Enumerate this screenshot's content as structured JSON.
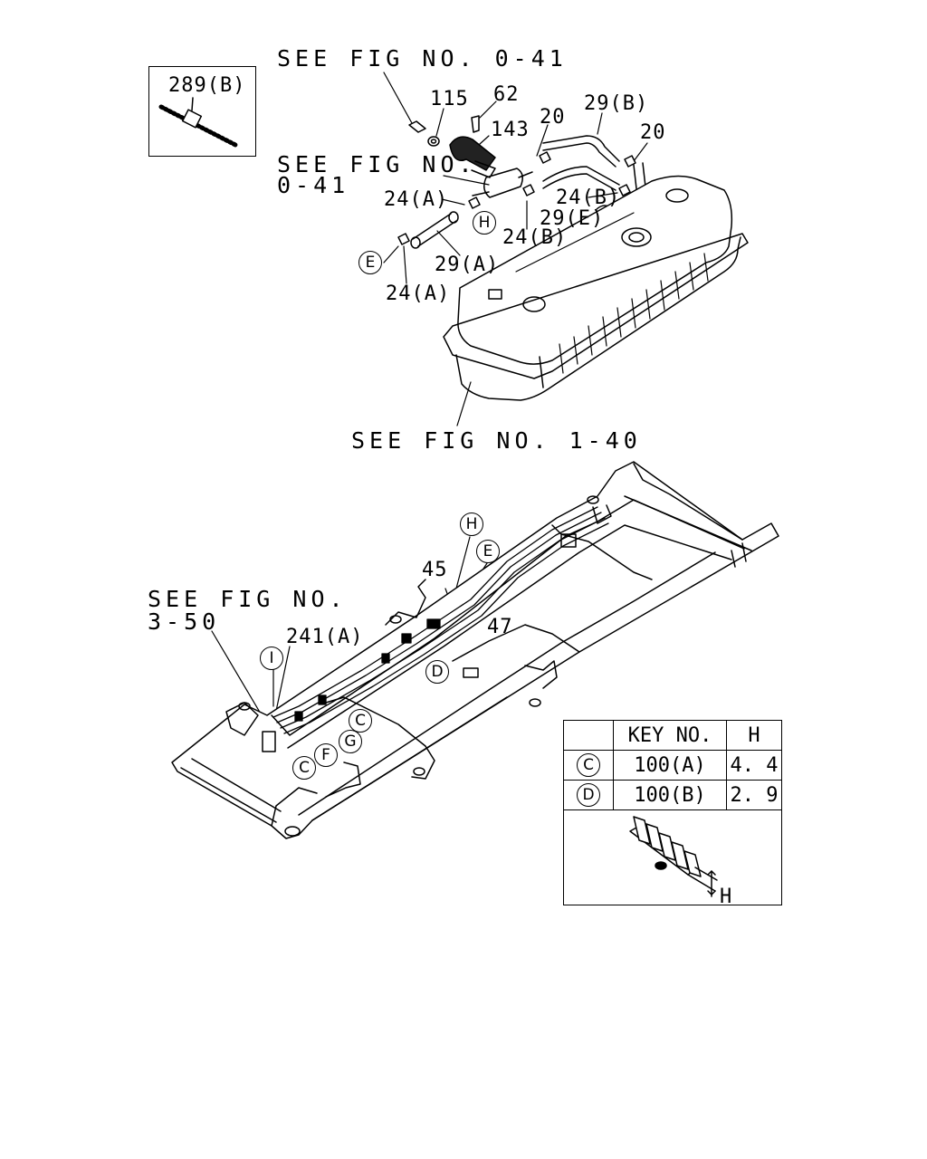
{
  "inset_part": "289(B)",
  "refs": {
    "fig_0_41_top": "SEE FIG NO. 0-41",
    "fig_0_41_mid_line1": "SEE FIG NO.",
    "fig_0_41_mid_line2": "0-41",
    "fig_1_40": "SEE FIG NO. 1-40",
    "fig_3_50_line1": "SEE FIG NO.",
    "fig_3_50_line2": "3-50"
  },
  "parts": {
    "p115": "115",
    "p62": "62",
    "p143": "143",
    "p20a": "20",
    "p29b": "29(B)",
    "p20b": "20",
    "p24a_1": "24(A)",
    "p24b_1": "24(B)",
    "p29e": "29(E)",
    "p24b_2": "24(B)",
    "p29a": "29(A)",
    "p24a_2": "24(A)",
    "p45": "45",
    "p47": "47",
    "p241a": "241(A)"
  },
  "circle_markers": {
    "h_top": "H",
    "e_top": "E",
    "h_frame": "H",
    "e_frame": "E",
    "d": "D",
    "i": "I",
    "c1": "C",
    "c2": "C",
    "f": "F",
    "g": "G"
  },
  "key_table": {
    "header_key": "KEY NO.",
    "header_h": "H",
    "rows": [
      {
        "marker": "C",
        "key": "100(A)",
        "h": "4. 4"
      },
      {
        "marker": "D",
        "key": "100(B)",
        "h": "2. 9"
      }
    ],
    "dim_label": "H"
  }
}
